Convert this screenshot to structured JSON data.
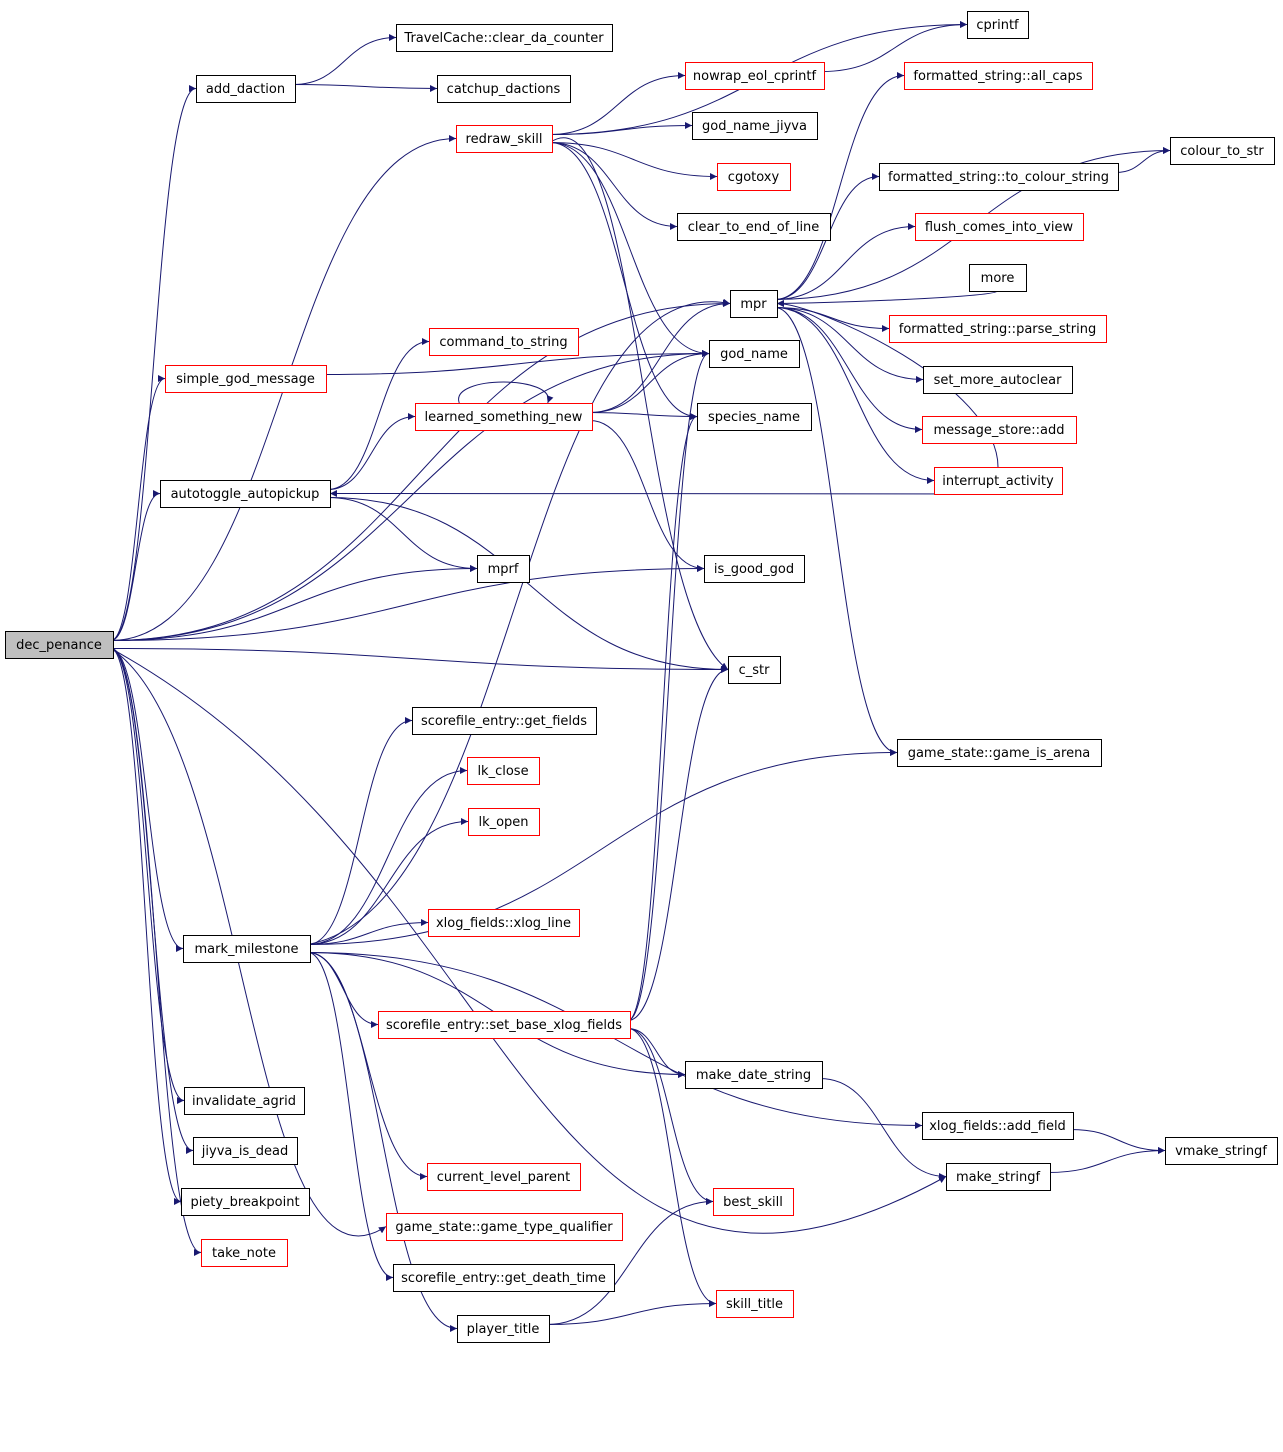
{
  "colors": {
    "edge": "#191970",
    "root_fill": "#bfbfbf",
    "node_fill": "#ffffff",
    "normal_border": "#000000",
    "truncated_border": "#ff0000"
  },
  "legend": {
    "root": "gray fill, black border",
    "normal": "black border",
    "truncated": "red border"
  },
  "nodes": [
    {
      "id": "dec_penance",
      "label": "dec_penance",
      "kind": "root"
    },
    {
      "id": "add_daction",
      "label": "add_daction",
      "kind": "normal"
    },
    {
      "id": "clear_da_counter",
      "label": "TravelCache::clear_da_counter",
      "kind": "normal"
    },
    {
      "id": "catchup_dactions",
      "label": "catchup_dactions",
      "kind": "normal"
    },
    {
      "id": "cprintf",
      "label": "cprintf",
      "kind": "normal"
    },
    {
      "id": "nowrap_eol_cprintf",
      "label": "nowrap_eol_cprintf",
      "kind": "truncated"
    },
    {
      "id": "redraw_skill",
      "label": "redraw_skill",
      "kind": "truncated"
    },
    {
      "id": "god_name_jiyva",
      "label": "god_name_jiyva",
      "kind": "normal"
    },
    {
      "id": "cgotoxy",
      "label": "cgotoxy",
      "kind": "truncated"
    },
    {
      "id": "clear_to_end_of_line",
      "label": "clear_to_end_of_line",
      "kind": "normal"
    },
    {
      "id": "all_caps",
      "label": "formatted_string::all_caps",
      "kind": "truncated"
    },
    {
      "id": "colour_to_str",
      "label": "colour_to_str",
      "kind": "normal"
    },
    {
      "id": "to_colour_string",
      "label": "formatted_string::to_colour_string",
      "kind": "normal"
    },
    {
      "id": "flush_comes_into_view",
      "label": "flush_comes_into_view",
      "kind": "truncated"
    },
    {
      "id": "more",
      "label": "more",
      "kind": "normal"
    },
    {
      "id": "mpr",
      "label": "mpr",
      "kind": "normal"
    },
    {
      "id": "parse_string",
      "label": "formatted_string::parse_string",
      "kind": "truncated"
    },
    {
      "id": "set_more_autoclear",
      "label": "set_more_autoclear",
      "kind": "normal"
    },
    {
      "id": "message_store_add",
      "label": "message_store::add",
      "kind": "truncated"
    },
    {
      "id": "interrupt_activity",
      "label": "interrupt_activity",
      "kind": "truncated"
    },
    {
      "id": "command_to_string",
      "label": "command_to_string",
      "kind": "truncated"
    },
    {
      "id": "simple_god_message",
      "label": "simple_god_message",
      "kind": "truncated"
    },
    {
      "id": "god_name",
      "label": "god_name",
      "kind": "normal"
    },
    {
      "id": "learned_something_new",
      "label": "learned_something_new",
      "kind": "truncated"
    },
    {
      "id": "species_name",
      "label": "species_name",
      "kind": "normal"
    },
    {
      "id": "autotoggle_autopickup",
      "label": "autotoggle_autopickup",
      "kind": "normal"
    },
    {
      "id": "mprf",
      "label": "mprf",
      "kind": "normal"
    },
    {
      "id": "is_good_god",
      "label": "is_good_god",
      "kind": "normal"
    },
    {
      "id": "c_str",
      "label": "c_str",
      "kind": "normal"
    },
    {
      "id": "get_fields",
      "label": "scorefile_entry::get_fields",
      "kind": "normal"
    },
    {
      "id": "lk_close",
      "label": "lk_close",
      "kind": "truncated"
    },
    {
      "id": "lk_open",
      "label": "lk_open",
      "kind": "truncated"
    },
    {
      "id": "game_is_arena",
      "label": "game_state::game_is_arena",
      "kind": "normal"
    },
    {
      "id": "xlog_line",
      "label": "xlog_fields::xlog_line",
      "kind": "truncated"
    },
    {
      "id": "mark_milestone",
      "label": "mark_milestone",
      "kind": "normal"
    },
    {
      "id": "set_base_xlog_fields",
      "label": "scorefile_entry::set_base_xlog_fields",
      "kind": "truncated"
    },
    {
      "id": "make_date_string",
      "label": "make_date_string",
      "kind": "normal"
    },
    {
      "id": "invalidate_agrid",
      "label": "invalidate_agrid",
      "kind": "normal"
    },
    {
      "id": "add_field",
      "label": "xlog_fields::add_field",
      "kind": "normal"
    },
    {
      "id": "vmake_stringf",
      "label": "vmake_stringf",
      "kind": "normal"
    },
    {
      "id": "jiyva_is_dead",
      "label": "jiyva_is_dead",
      "kind": "normal"
    },
    {
      "id": "make_stringf",
      "label": "make_stringf",
      "kind": "normal"
    },
    {
      "id": "current_level_parent",
      "label": "current_level_parent",
      "kind": "truncated"
    },
    {
      "id": "piety_breakpoint",
      "label": "piety_breakpoint",
      "kind": "normal"
    },
    {
      "id": "best_skill",
      "label": "best_skill",
      "kind": "truncated"
    },
    {
      "id": "game_type_qualifier",
      "label": "game_state::game_type_qualifier",
      "kind": "truncated"
    },
    {
      "id": "take_note",
      "label": "take_note",
      "kind": "truncated"
    },
    {
      "id": "get_death_time",
      "label": "scorefile_entry::get_death_time",
      "kind": "normal"
    },
    {
      "id": "skill_title",
      "label": "skill_title",
      "kind": "truncated"
    },
    {
      "id": "player_title",
      "label": "player_title",
      "kind": "normal"
    }
  ],
  "edges": [
    [
      "dec_penance",
      "add_daction"
    ],
    [
      "dec_penance",
      "redraw_skill"
    ],
    [
      "dec_penance",
      "mpr"
    ],
    [
      "dec_penance",
      "god_name"
    ],
    [
      "dec_penance",
      "simple_god_message"
    ],
    [
      "dec_penance",
      "autotoggle_autopickup"
    ],
    [
      "dec_penance",
      "mprf"
    ],
    [
      "dec_penance",
      "is_good_god"
    ],
    [
      "dec_penance",
      "c_str"
    ],
    [
      "dec_penance",
      "mark_milestone"
    ],
    [
      "dec_penance",
      "invalidate_agrid"
    ],
    [
      "dec_penance",
      "jiyva_is_dead"
    ],
    [
      "dec_penance",
      "piety_breakpoint"
    ],
    [
      "dec_penance",
      "take_note"
    ],
    [
      "dec_penance",
      "make_stringf"
    ],
    [
      "dec_penance",
      "game_type_qualifier"
    ],
    [
      "add_daction",
      "clear_da_counter"
    ],
    [
      "add_daction",
      "catchup_dactions"
    ],
    [
      "redraw_skill",
      "cprintf"
    ],
    [
      "redraw_skill",
      "nowrap_eol_cprintf"
    ],
    [
      "redraw_skill",
      "god_name_jiyva"
    ],
    [
      "redraw_skill",
      "cgotoxy"
    ],
    [
      "redraw_skill",
      "clear_to_end_of_line"
    ],
    [
      "redraw_skill",
      "god_name"
    ],
    [
      "redraw_skill",
      "species_name"
    ],
    [
      "redraw_skill",
      "c_str"
    ],
    [
      "nowrap_eol_cprintf",
      "cprintf"
    ],
    [
      "mpr",
      "all_caps"
    ],
    [
      "mpr",
      "colour_to_str"
    ],
    [
      "mpr",
      "to_colour_string"
    ],
    [
      "mpr",
      "flush_comes_into_view"
    ],
    [
      "mpr",
      "parse_string"
    ],
    [
      "mpr",
      "set_more_autoclear"
    ],
    [
      "mpr",
      "message_store_add"
    ],
    [
      "mpr",
      "interrupt_activity"
    ],
    [
      "mpr",
      "game_is_arena"
    ],
    [
      "more",
      "mpr"
    ],
    [
      "to_colour_string",
      "colour_to_str"
    ],
    [
      "interrupt_activity",
      "mpr"
    ],
    [
      "interrupt_activity",
      "autotoggle_autopickup"
    ],
    [
      "simple_god_message",
      "god_name"
    ],
    [
      "autotoggle_autopickup",
      "learned_something_new"
    ],
    [
      "autotoggle_autopickup",
      "command_to_string"
    ],
    [
      "autotoggle_autopickup",
      "mprf"
    ],
    [
      "autotoggle_autopickup",
      "c_str"
    ],
    [
      "learned_something_new",
      "learned_something_new"
    ],
    [
      "learned_something_new",
      "mpr"
    ],
    [
      "learned_something_new",
      "god_name"
    ],
    [
      "learned_something_new",
      "species_name"
    ],
    [
      "learned_something_new",
      "is_good_god"
    ],
    [
      "mark_milestone",
      "get_fields"
    ],
    [
      "mark_milestone",
      "lk_close"
    ],
    [
      "mark_milestone",
      "lk_open"
    ],
    [
      "mark_milestone",
      "xlog_line"
    ],
    [
      "mark_milestone",
      "set_base_xlog_fields"
    ],
    [
      "mark_milestone",
      "make_date_string"
    ],
    [
      "mark_milestone",
      "add_field"
    ],
    [
      "mark_milestone",
      "current_level_parent"
    ],
    [
      "mark_milestone",
      "get_death_time"
    ],
    [
      "mark_milestone",
      "player_title"
    ],
    [
      "mark_milestone",
      "game_is_arena"
    ],
    [
      "mark_milestone",
      "mpr"
    ],
    [
      "set_base_xlog_fields",
      "make_date_string"
    ],
    [
      "set_base_xlog_fields",
      "best_skill"
    ],
    [
      "set_base_xlog_fields",
      "skill_title"
    ],
    [
      "set_base_xlog_fields",
      "species_name"
    ],
    [
      "set_base_xlog_fields",
      "c_str"
    ],
    [
      "set_base_xlog_fields",
      "god_name"
    ],
    [
      "make_date_string",
      "make_stringf"
    ],
    [
      "add_field",
      "vmake_stringf"
    ],
    [
      "make_stringf",
      "vmake_stringf"
    ],
    [
      "player_title",
      "best_skill"
    ],
    [
      "player_title",
      "skill_title"
    ]
  ]
}
